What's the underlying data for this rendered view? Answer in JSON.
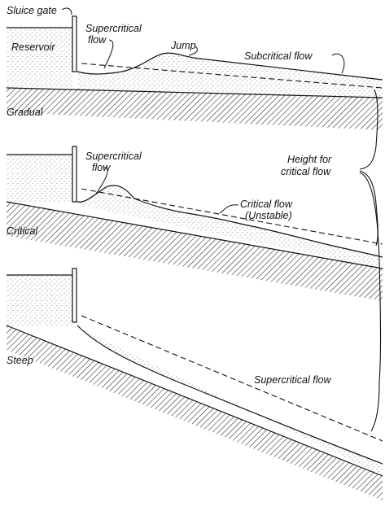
{
  "labels": {
    "sluice_gate": "Sluice gate",
    "reservoir": "Reservoir",
    "supercritical_1_line1": "Supercritical",
    "supercritical_1_line2": "flow",
    "jump": "Jump",
    "subcritical": "Subcritical flow",
    "gradual": "Gradual",
    "supercritical_2_line1": "Supercritical",
    "supercritical_2_line2": "flow",
    "height_line1": "Height for",
    "height_line2": "critical flow",
    "critical_flow_line1": "Critical flow",
    "critical_flow_line2": "(Unstable)",
    "critical": "Critical",
    "steep": "Steep",
    "supercritical_3": "Supercritical flow"
  }
}
